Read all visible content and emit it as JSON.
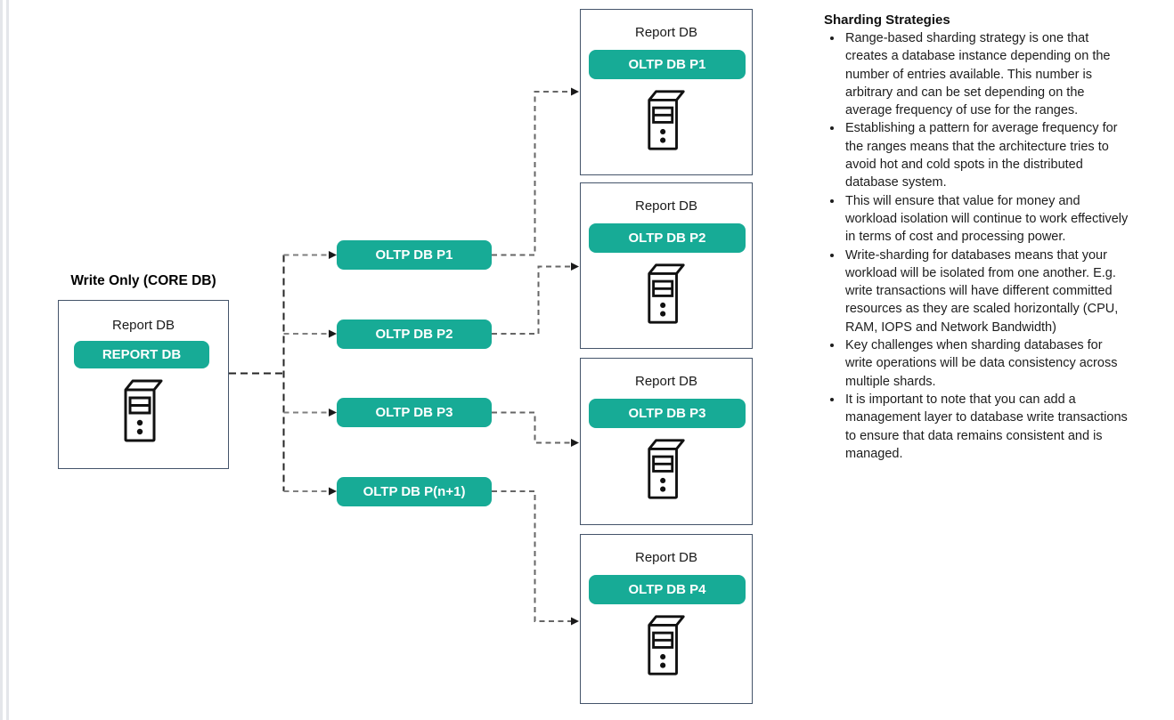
{
  "colors": {
    "teal": "#17AB96",
    "box_border": "#44546A",
    "connector_dark": "#262626",
    "connector_gray": "#7F7F7F"
  },
  "core": {
    "label": "Write Only (CORE DB)",
    "title": "Report DB",
    "pill": "REPORT DB"
  },
  "pills": [
    {
      "label": "OLTP DB P1"
    },
    {
      "label": "OLTP DB P2"
    },
    {
      "label": "OLTP DB P3"
    },
    {
      "label": "OLTP DB P(n+1)"
    }
  ],
  "shards": [
    {
      "title": "Report DB",
      "pill": "OLTP DB P1"
    },
    {
      "title": "Report DB",
      "pill": "OLTP DB P2"
    },
    {
      "title": "Report DB",
      "pill": "OLTP DB P3"
    },
    {
      "title": "Report DB",
      "pill": "OLTP DB P4"
    }
  ],
  "notes": {
    "title": "Sharding Strategies",
    "bullets": [
      "Range-based sharding strategy is one that creates a database instance depending on the number of entries available. This number is arbitrary and can be set depending on the average frequency of use for the ranges.",
      "Establishing a pattern for average frequency for the ranges means that the architecture tries to avoid hot and cold spots in the distributed database system.",
      "This will ensure that value for money and workload isolation will continue to work effectively in terms of cost and processing power.",
      "Write-sharding for databases means that your workload will be isolated from one another. E.g. write transactions will have different committed resources as they are scaled horizontally (CPU, RAM, IOPS and Network Bandwidth)",
      "Key challenges when sharding databases for write operations will be data consistency across multiple shards.",
      "It is important to note that you can add a management layer to database write transactions to ensure that data remains consistent and is managed."
    ]
  }
}
